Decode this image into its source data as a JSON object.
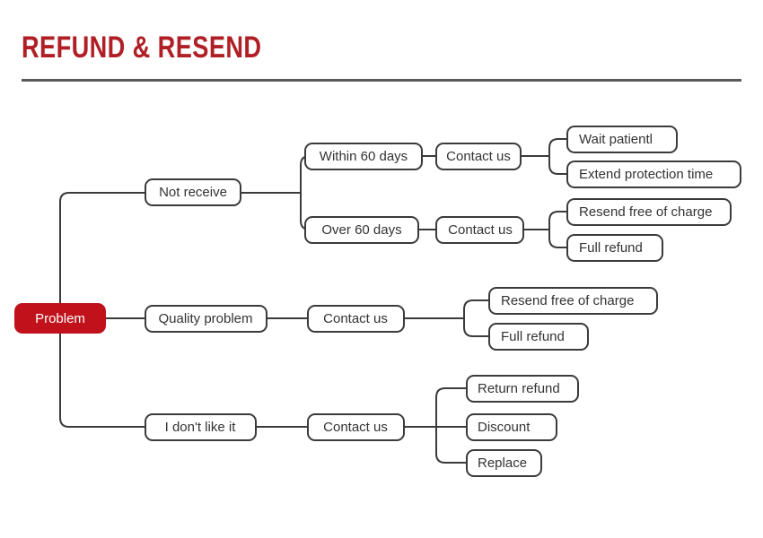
{
  "header": {
    "title": "REFUND & RESEND",
    "title_color": "#b01f26",
    "rule_color": "#5a5a5a"
  },
  "theme": {
    "background": "#ffffff",
    "node_fill": "#ffffff",
    "node_stroke": "#3b3b3b",
    "node_text": "#333333",
    "root_fill": "#c1121c",
    "root_text": "#ffffff",
    "edge_color": "#3b3b3b"
  },
  "diagram": {
    "type": "mindmap",
    "orientation": "left-to-right",
    "root": "Problem",
    "nodes": {
      "root": {
        "label": "Problem"
      },
      "b1": {
        "label": "Not receive"
      },
      "b1a": {
        "label": "Within 60 days"
      },
      "b1a_contact": {
        "label": "Contact us"
      },
      "b1a_l1": {
        "label": "Wait patientl"
      },
      "b1a_l2": {
        "label": "Extend protection time"
      },
      "b1b": {
        "label": "Over 60 days"
      },
      "b1b_contact": {
        "label": "Contact us"
      },
      "b1b_l1": {
        "label": "Resend free of charge"
      },
      "b1b_l2": {
        "label": "Full refund"
      },
      "b2": {
        "label": "Quality problem"
      },
      "b2_contact": {
        "label": "Contact us"
      },
      "b2_l1": {
        "label": "Resend free of charge"
      },
      "b2_l2": {
        "label": "Full refund"
      },
      "b3": {
        "label": "I don't like it"
      },
      "b3_contact": {
        "label": "Contact us"
      },
      "b3_l1": {
        "label": "Return refund"
      },
      "b3_l2": {
        "label": "Discount"
      },
      "b3_l3": {
        "label": "Replace"
      }
    },
    "branches": [
      {
        "name": "not-receive",
        "label": "Not receive",
        "children": [
          {
            "label": "Within 60 days",
            "action": "Contact us",
            "outcomes": [
              "Wait patientl",
              "Extend protection time"
            ]
          },
          {
            "label": "Over 60 days",
            "action": "Contact us",
            "outcomes": [
              "Resend free of charge",
              "Full refund"
            ]
          }
        ]
      },
      {
        "name": "quality-problem",
        "label": "Quality problem",
        "action": "Contact us",
        "outcomes": [
          "Resend free of charge",
          "Full refund"
        ]
      },
      {
        "name": "dont-like-it",
        "label": "I don't like it",
        "action": "Contact us",
        "outcomes": [
          "Return refund",
          "Discount",
          "Replace"
        ]
      }
    ]
  }
}
